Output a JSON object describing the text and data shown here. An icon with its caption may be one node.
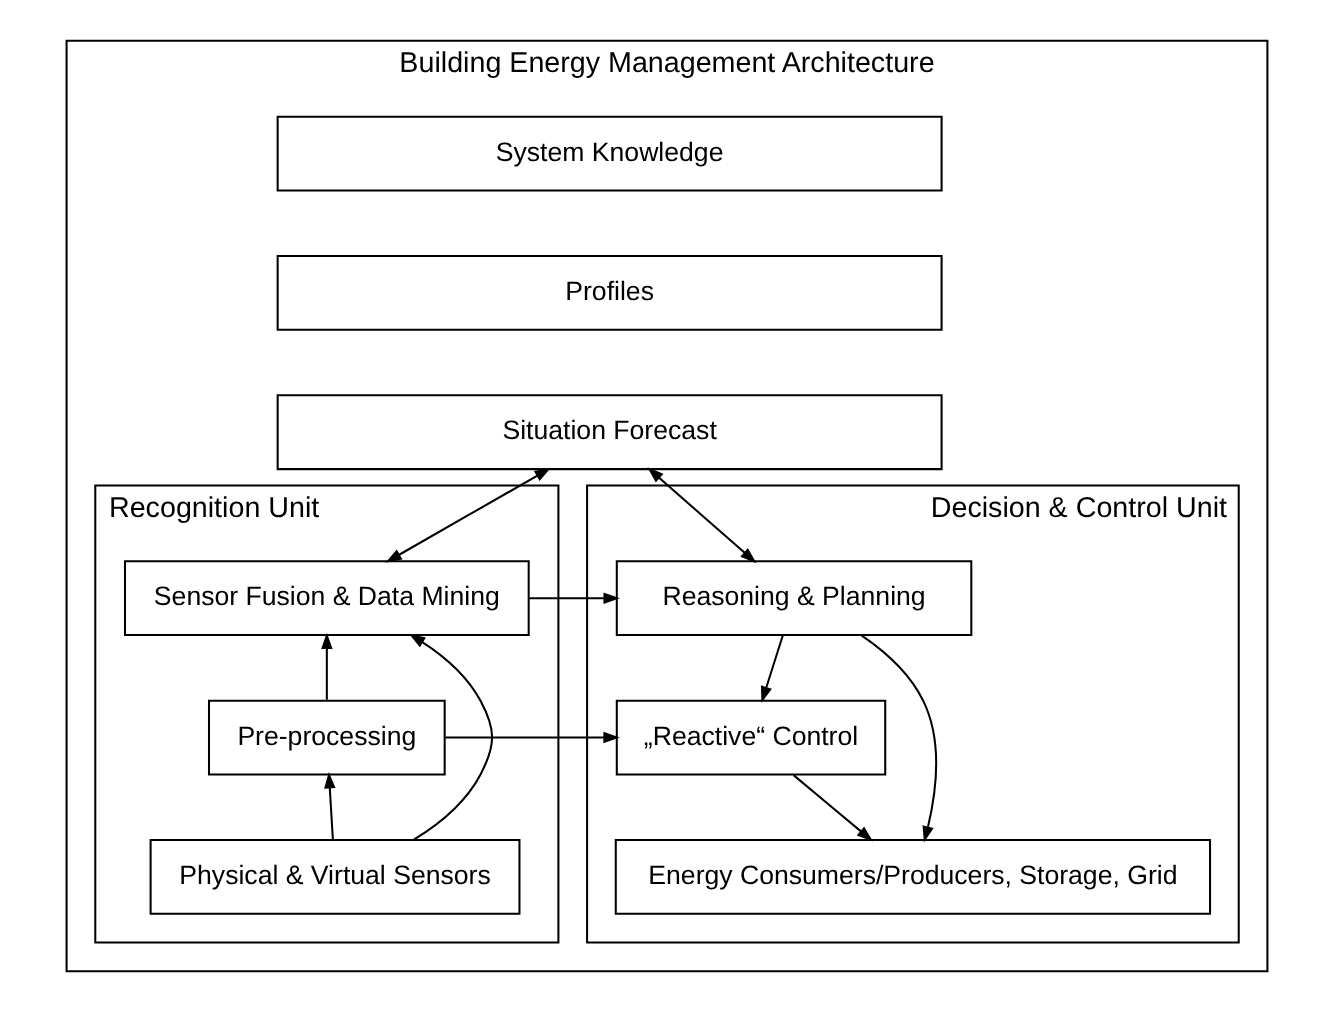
{
  "diagram": {
    "nodes": [
      {
        "text": [
          "Building Energy Management Architecture"
        ]
      },
      {
        "text": [
          "Recognition Unit"
        ],
        "in": 0
      },
      {
        "text": [
          "Decision & Control Unit"
        ],
        "in": 0
      },
      {
        "text": [
          "System Knowledge"
        ],
        "in": 0
      },
      {
        "text": [
          "Profiles"
        ],
        "in": 0
      },
      {
        "text": [
          "Situation Forecast"
        ],
        "in": 0
      },
      {
        "text": [
          "Sensor Fusion & Data Mining"
        ],
        "in": 1
      },
      {
        "text": [
          "Pre-processing"
        ],
        "in": 1
      },
      {
        "text": [
          "Physical & Virtual Sensors"
        ],
        "in": 1
      },
      {
        "text": [
          "Reasoning & Planning"
        ],
        "in": 2
      },
      {
        "text": [
          "„Reactive“ Control"
        ],
        "in": 2
      },
      {
        "text": [
          "Energy Consumers/Producers, Storage, Grid"
        ],
        "in": 2
      }
    ],
    "edges": [
      {
        "from": 5,
        "to": 6,
        "arrow": "both"
      },
      {
        "from": 5,
        "to": 9,
        "arrow": "both"
      },
      {
        "from": 6,
        "to": 9,
        "arrow": "to"
      },
      {
        "from": 7,
        "to": 6,
        "arrow": "to"
      },
      {
        "from": 8,
        "to": 6,
        "arrow": "to"
      },
      {
        "from": 8,
        "to": 7,
        "arrow": "to"
      },
      {
        "from": 7,
        "to": 10,
        "arrow": "to"
      },
      {
        "from": 9,
        "to": 10,
        "arrow": "to"
      },
      {
        "from": 9,
        "to": 11,
        "arrow": "to"
      },
      {
        "from": 10,
        "to": 11,
        "arrow": "to"
      }
    ]
  }
}
